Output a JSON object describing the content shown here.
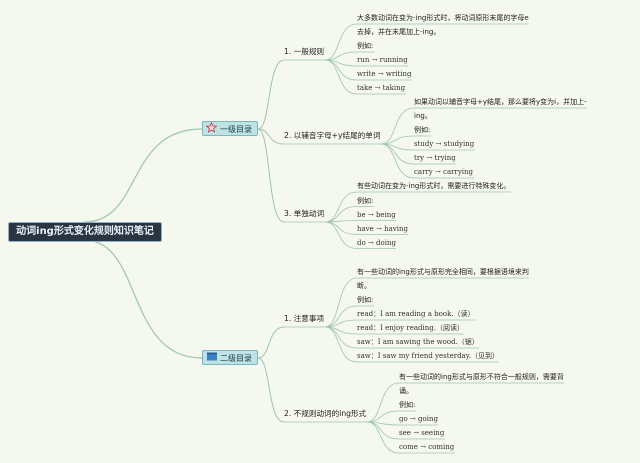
{
  "root": "动词ing形式变化规则知识笔记",
  "branches": [
    {
      "label": "一级目录",
      "icon": "star-icon",
      "children": [
        {
          "label": "1. 一般规则",
          "lines": [
            "大多数动词在变为-ing形式时，将动词原形末尾的字母e",
            "去掉，并在末尾加上-ing。"
          ],
          "example_label": "例如:",
          "examples": [
            "run → running",
            "write → writing",
            "take → taking"
          ]
        },
        {
          "label": "2. 以辅音字母+y结尾的单词",
          "lines": [
            "如果动词以辅音字母+y结尾，那么要将y变为i，并加上-",
            "ing。"
          ],
          "example_label": "例如:",
          "examples": [
            "study → studying",
            "try → trying",
            "carry → carrying"
          ]
        },
        {
          "label": "3. 单独动词",
          "lines": [
            "有些动词在变为-ing形式时，需要进行特殊变化。"
          ],
          "example_label": "例如:",
          "examples": [
            "be → being",
            "have → having",
            "do → doing"
          ]
        }
      ]
    },
    {
      "label": "二级目录",
      "icon": "flag-icon",
      "children": [
        {
          "label": "1. 注意事项",
          "lines": [
            "有一些动词的ing形式与原形完全相同，要根据语境来判",
            "断。"
          ],
          "example_label": "例如:",
          "examples": [
            "read：I am reading a book.（读）",
            "read：I enjoy reading.（阅读）",
            "saw：I am sawing the wood.（锯）",
            "saw：I saw my friend yesterday.（见到）"
          ]
        },
        {
          "label": "2. 不规则动词的ing形式",
          "lines": [
            "有一些动词的ing形式与原形不符合一般规则，需要背",
            "诵。"
          ],
          "example_label": "例如:",
          "examples": [
            "go → going",
            "see → seeing",
            "come → coming"
          ]
        }
      ]
    }
  ],
  "colors": {
    "line": "#9fc3b2",
    "branch_fill": "#bfe3e5",
    "root_fill": "#2b3542"
  }
}
